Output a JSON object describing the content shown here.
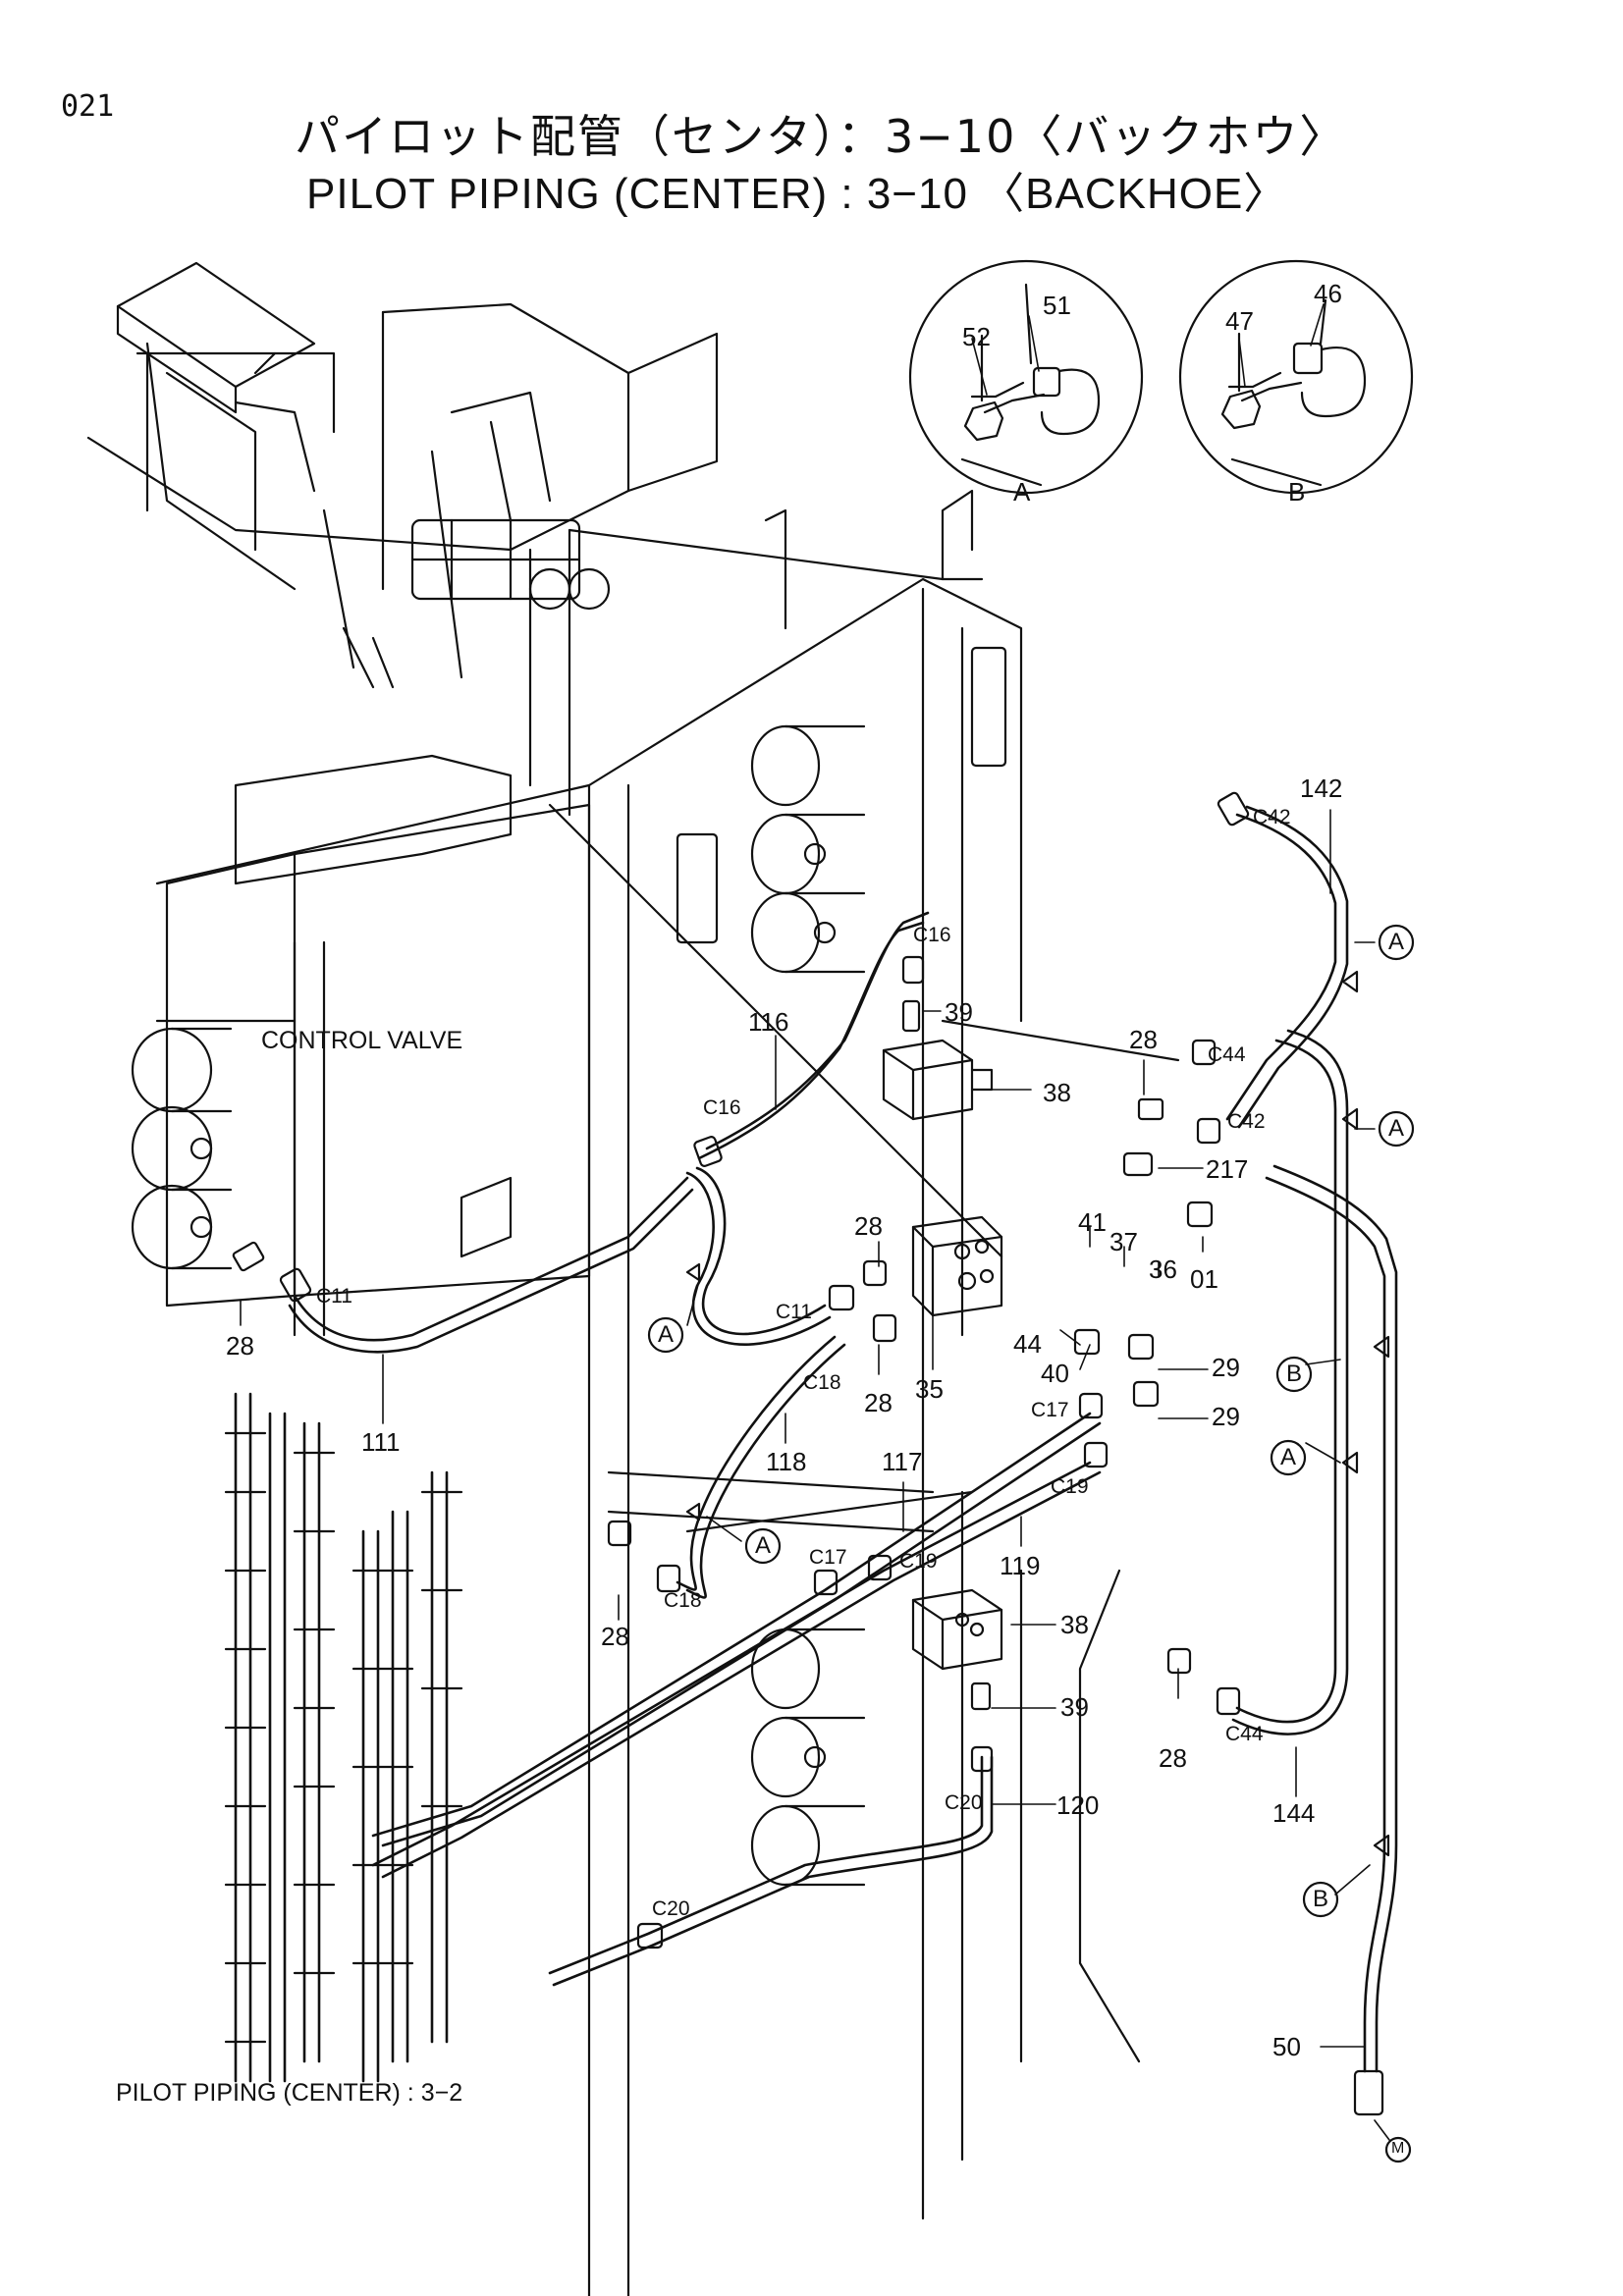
{
  "header": {
    "page_number": "021",
    "title_jp": "パイロット配管（センタ）：3−10〈バックホウ〉",
    "title_en": "PILOT PIPING (CENTER) : 3−10 〈BACKHOE〉"
  },
  "details": [
    {
      "id": "A",
      "parts": [
        "52",
        "51"
      ]
    },
    {
      "id": "B",
      "parts": [
        "47",
        "46"
      ]
    }
  ],
  "labels": {
    "control_valve": "CONTROL VALVE",
    "crossref": "PILOT PIPING (CENTER) : 3−2",
    "connector_M": "M"
  },
  "part_numbers": [
    "142",
    "39",
    "116",
    "38",
    "28",
    "217",
    "41",
    "37",
    "36",
    "01",
    "28",
    "35",
    "44",
    "40",
    "29",
    "29",
    "28",
    "118",
    "117",
    "119",
    "111",
    "28",
    "28",
    "38",
    "39",
    "120",
    "28",
    "144",
    "50"
  ],
  "connector_codes": [
    "C42",
    "C16",
    "C16",
    "C44",
    "C42",
    "C11",
    "C11",
    "C18",
    "C17",
    "C19",
    "C17",
    "C19",
    "C18",
    "C20",
    "C20",
    "C44"
  ],
  "clamp_refs": [
    "A",
    "A",
    "A",
    "B",
    "A",
    "A",
    "B"
  ]
}
